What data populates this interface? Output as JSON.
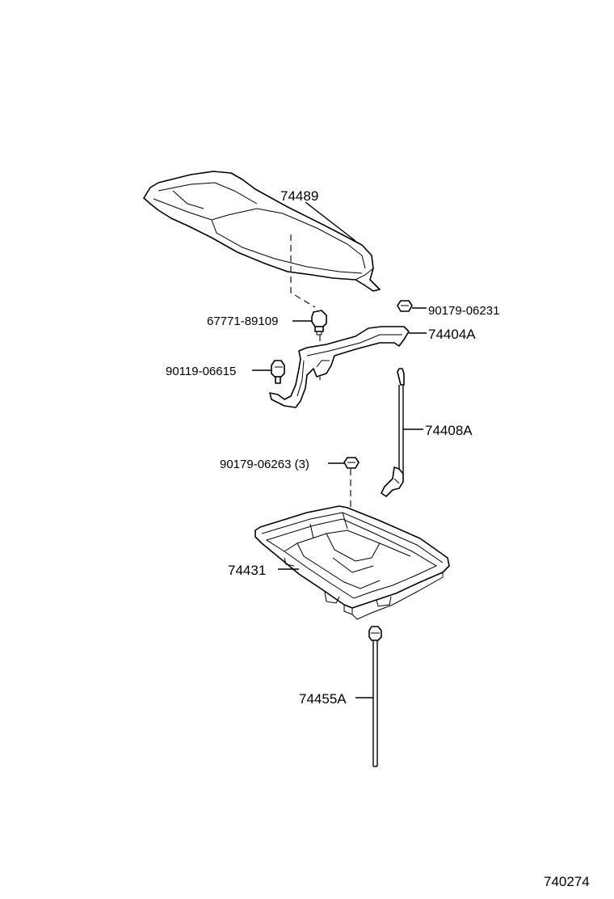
{
  "labels": {
    "cover": "74489",
    "clip": "67771-89109",
    "nut_top": "90179-06231",
    "clamp": "74404A",
    "bolt": "90119-06615",
    "rod_hook": "74408A",
    "nut_tray": "90179-06263 (3)",
    "tray": "74431",
    "rod_long": "74455A"
  },
  "figure_number": "740274"
}
